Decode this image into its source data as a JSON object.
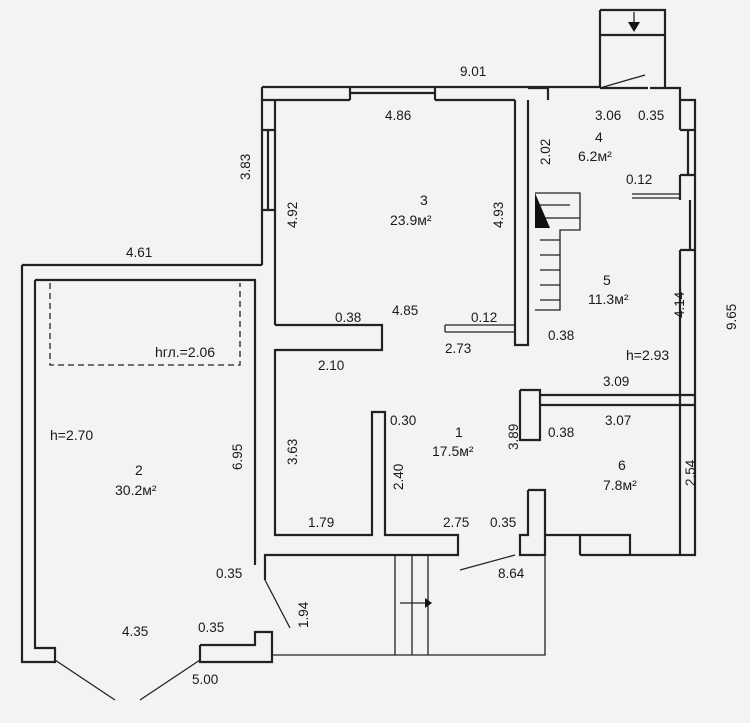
{
  "rooms": [
    {
      "num": "1",
      "area": "17.5м²"
    },
    {
      "num": "2",
      "area": "30.2м²"
    },
    {
      "num": "3",
      "area": "23.9м²"
    },
    {
      "num": "4",
      "area": "6.2м²"
    },
    {
      "num": "5",
      "area": "11.3м²"
    },
    {
      "num": "6",
      "area": "7.8м²"
    }
  ],
  "heights": {
    "garage": "h=2.70",
    "pit": "hгл.=2.06",
    "right": "h=2.93"
  },
  "dimensions": {
    "d9_01": "9.01",
    "d4_86": "4.86",
    "d3_06": "3.06",
    "d0_35_top": "0.35",
    "d2_02": "2.02",
    "d0_12_top": "0.12",
    "d3_83": "3.83",
    "d4_92": "4.92",
    "d4_93": "4.93",
    "d4_61": "4.61",
    "d0_38_a": "0.38",
    "d4_85": "4.85",
    "d0_12_mid": "0.12",
    "d2_73": "2.73",
    "d0_38_b": "0.38",
    "d4_14": "4.14",
    "d9_65": "9.65",
    "d2_10": "2.10",
    "d3_09": "3.09",
    "d0_30": "0.30",
    "d3_89": "3.89",
    "d0_38_c": "0.38",
    "d3_07": "3.07",
    "d6_95": "6.95",
    "d3_63": "3.63",
    "d2_40": "2.40",
    "d2_54": "2.54",
    "d1_79": "1.79",
    "d2_75": "2.75",
    "d0_35_mid": "0.35",
    "d0_35_left": "0.35",
    "d8_64": "8.64",
    "d1_94": "1.94",
    "d4_35": "4.35",
    "d0_35_bottom": "0.35",
    "d5_00": "5.00"
  }
}
